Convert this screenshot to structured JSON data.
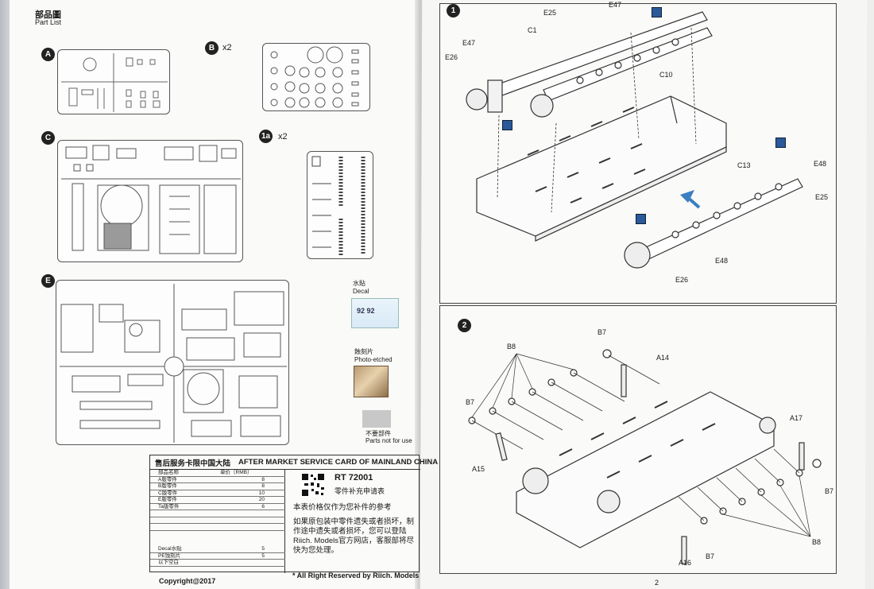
{
  "left_page": {
    "header_cn": "部品圖",
    "header_en": "Part List",
    "sprues": [
      {
        "letter": "A",
        "multiplier": ""
      },
      {
        "letter": "B",
        "multiplier": "x2"
      },
      {
        "letter": "C",
        "multiplier": ""
      },
      {
        "letter": "1a",
        "multiplier": "x2"
      },
      {
        "letter": "E",
        "multiplier": ""
      }
    ],
    "decal_cn": "水貼",
    "decal_en": "Decal",
    "decal_marks": "92 92",
    "pe_cn": "蝕刻片",
    "pe_en": "Photo-etched",
    "not_used_cn": "不要部件",
    "not_used_en": "Parts not for use"
  },
  "service_card": {
    "title_cn": "售后服务卡限中国大陆",
    "title_en": "AFTER MARKET SERVICE CARD OF MAINLAND CHINA",
    "col_part": "部品名称",
    "col_price": "单价（RMB）",
    "rows": [
      {
        "name": "A版零件",
        "price": "8"
      },
      {
        "name": "B版零件",
        "price": "8"
      },
      {
        "name": "C版零件",
        "price": "10"
      },
      {
        "name": "E版零件",
        "price": "20"
      },
      {
        "name": "Ta版零件",
        "price": "6"
      },
      {
        "name": "",
        "price": ""
      },
      {
        "name": "",
        "price": ""
      },
      {
        "name": "",
        "price": ""
      },
      {
        "name": "Decal水贴",
        "price": "5"
      },
      {
        "name": "PE蚀刻片",
        "price": "5"
      },
      {
        "name": "以下空白",
        "price": ""
      }
    ],
    "product_code": "RT 72001",
    "form_title": "零件补充申请表",
    "note": "本表价格仅作为您补件的参考",
    "instructions": "如果原包装中零件遗失或者损坏，制作途中遗失或者损坏，您可以登陆Riich. Models官方网店，客服部将尽快为您处理。",
    "copyright": "Copyright@2017",
    "rights": "* All Right Reserved by Riich. Models"
  },
  "right_page": {
    "step1": {
      "number": "1",
      "labels": [
        "E25",
        "E47",
        "C1",
        "E47",
        "E26",
        "C10",
        "C13",
        "E48",
        "E25",
        "E48",
        "E26"
      ]
    },
    "step2": {
      "number": "2",
      "labels": [
        "B7",
        "B8",
        "A14",
        "B7",
        "A15",
        "A17",
        "B7",
        "A16",
        "B7",
        "B8"
      ]
    },
    "page_number": "2"
  }
}
